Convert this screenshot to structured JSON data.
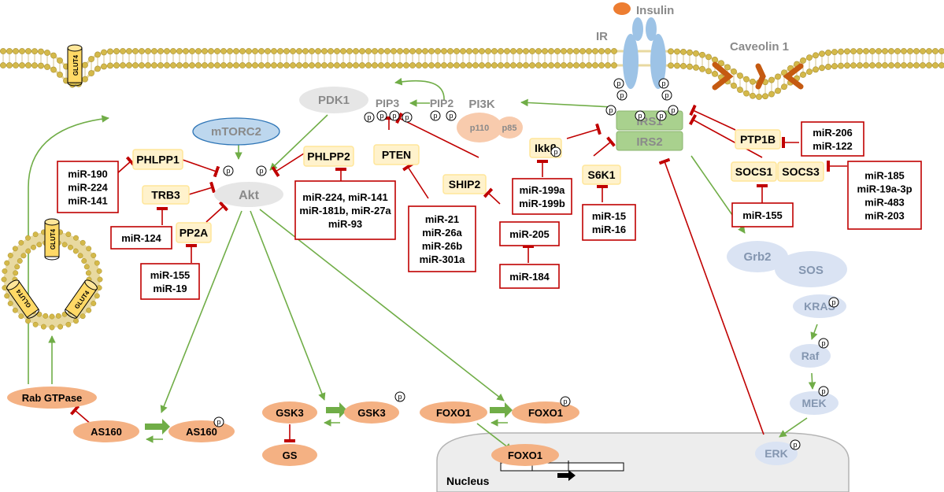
{
  "membrane": {
    "insulin": "Insulin",
    "ir": "IR",
    "caveolin": "Caveolin 1"
  },
  "proteins": {
    "glut4": "GLUT4",
    "irs1": "IRS1",
    "irs2": "IRS2",
    "pi3k": "PI3K",
    "p110": "p110",
    "p85": "p85",
    "pip2": "PIP2",
    "pip3": "PIP3",
    "pdk1": "PDK1",
    "mtorc2": "mTORC2",
    "akt": "Akt",
    "phlpp1": "PHLPP1",
    "phlpp2": "PHLPP2",
    "trb3": "TRB3",
    "pp2a": "PP2A",
    "pten": "PTEN",
    "ship2": "SHIP2",
    "ikkb": "Ikkβ",
    "s6k1": "S6K1",
    "ptp1b": "PTP1B",
    "socs1": "SOCS1",
    "socs3": "SOCS3",
    "grb2": "Grb2",
    "sos": "SOS",
    "kras": "KRAS",
    "raf": "Raf",
    "mek": "MEK",
    "erk": "ERK",
    "rab": "Rab GTPase",
    "as160": "AS160",
    "gsk3": "GSK3",
    "gs": "GS",
    "foxo1": "FOXO1",
    "nucleus": "Nucleus",
    "phospho": "p"
  },
  "mirnas": {
    "phlpp1": [
      "miR-190",
      "miR-224",
      "miR-141"
    ],
    "trb3": [
      "miR-124"
    ],
    "pp2a": [
      "miR-155",
      "miR-19"
    ],
    "phlpp2": [
      "miR-224, miR-141",
      "miR-181b, miR-27a",
      "miR-93"
    ],
    "pten": [
      "miR-21",
      "miR-26a",
      "miR-26b",
      "miR-301a"
    ],
    "ship2": [
      "miR-205"
    ],
    "mir205": [
      "miR-184"
    ],
    "ikkb": [
      "miR-199a",
      "miR-199b"
    ],
    "s6k1": [
      "miR-15",
      "miR-16"
    ],
    "ptp1b": [
      "miR-206",
      "miR-122"
    ],
    "socs1": [
      "miR-155"
    ],
    "socs3": [
      "miR-185",
      "miR-19a-3p",
      "miR-483",
      "miR-203"
    ]
  },
  "colors": {
    "activation": "#70ad47",
    "inhibition": "#c00000",
    "membrane_head": "#d4b94a",
    "protein_box": "#fff2cc",
    "irs": "#a9d18e",
    "ir_receptor": "#9dc3e6",
    "insulin": "#ed7d31",
    "caveolin": "#c55a11",
    "substrate": "#f4b183",
    "mapk": "#dae3f3",
    "inactive": "#e6e6e6",
    "mtorc2": "#bdd7ee"
  }
}
